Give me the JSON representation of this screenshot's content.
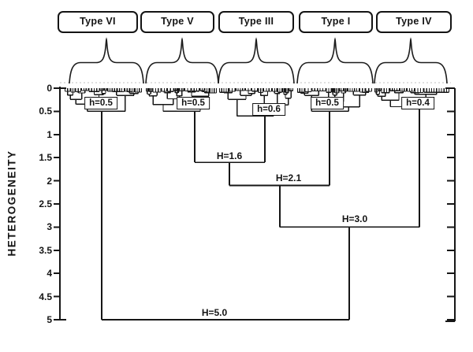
{
  "axis": {
    "ylabel": "HETEROGENEITY",
    "tick_labels": [
      "0",
      "0.5",
      "1",
      "1.5",
      "2",
      "2.5",
      "3",
      "3.5",
      "4",
      "4.5",
      "5"
    ]
  },
  "type_labels": [
    {
      "label": "Type VI"
    },
    {
      "label": "Type V"
    },
    {
      "label": "Type III"
    },
    {
      "label": "Type I"
    },
    {
      "label": "Type IV"
    }
  ],
  "cluster_merge_labels": [
    {
      "text": "h=0.5"
    },
    {
      "text": "h=0.5"
    },
    {
      "text": "h=0.6"
    },
    {
      "text": "h=0.5"
    },
    {
      "text": "h=0.4"
    }
  ],
  "top_merge_labels": [
    {
      "text": "H=1.6"
    },
    {
      "text": "H=2.1"
    },
    {
      "text": "H=3.0"
    },
    {
      "text": "H=5.0"
    }
  ],
  "chart_data": {
    "type": "dendrogram",
    "title": "",
    "ylabel": "HETEROGENEITY",
    "y_axis_range": [
      0,
      5
    ],
    "y_tick_step": 0.5,
    "y_axis_inverted": true,
    "clusters": [
      {
        "name": "Type VI",
        "merge_height": 0.5,
        "annotation": "h=0.5"
      },
      {
        "name": "Type V",
        "merge_height": 0.5,
        "annotation": "h=0.5"
      },
      {
        "name": "Type III",
        "merge_height": 0.6,
        "annotation": "h=0.6"
      },
      {
        "name": "Type I",
        "merge_height": 0.5,
        "annotation": "h=0.5"
      },
      {
        "name": "Type IV",
        "merge_height": 0.4,
        "annotation": "h=0.4"
      }
    ],
    "linkage": [
      {
        "annotation": "H=1.6",
        "height": 1.6,
        "merges": [
          "Type V",
          "Type III"
        ]
      },
      {
        "annotation": "H=2.1",
        "height": 2.1,
        "merges": [
          "Type V + Type III",
          "Type I"
        ]
      },
      {
        "annotation": "H=3.0",
        "height": 3.0,
        "merges": [
          "Type V + Type III + Type I",
          "Type IV"
        ]
      },
      {
        "annotation": "H=5.0",
        "height": 5.0,
        "merges": [
          "Type VI",
          "Type V + Type III + Type I + Type IV"
        ]
      }
    ]
  }
}
